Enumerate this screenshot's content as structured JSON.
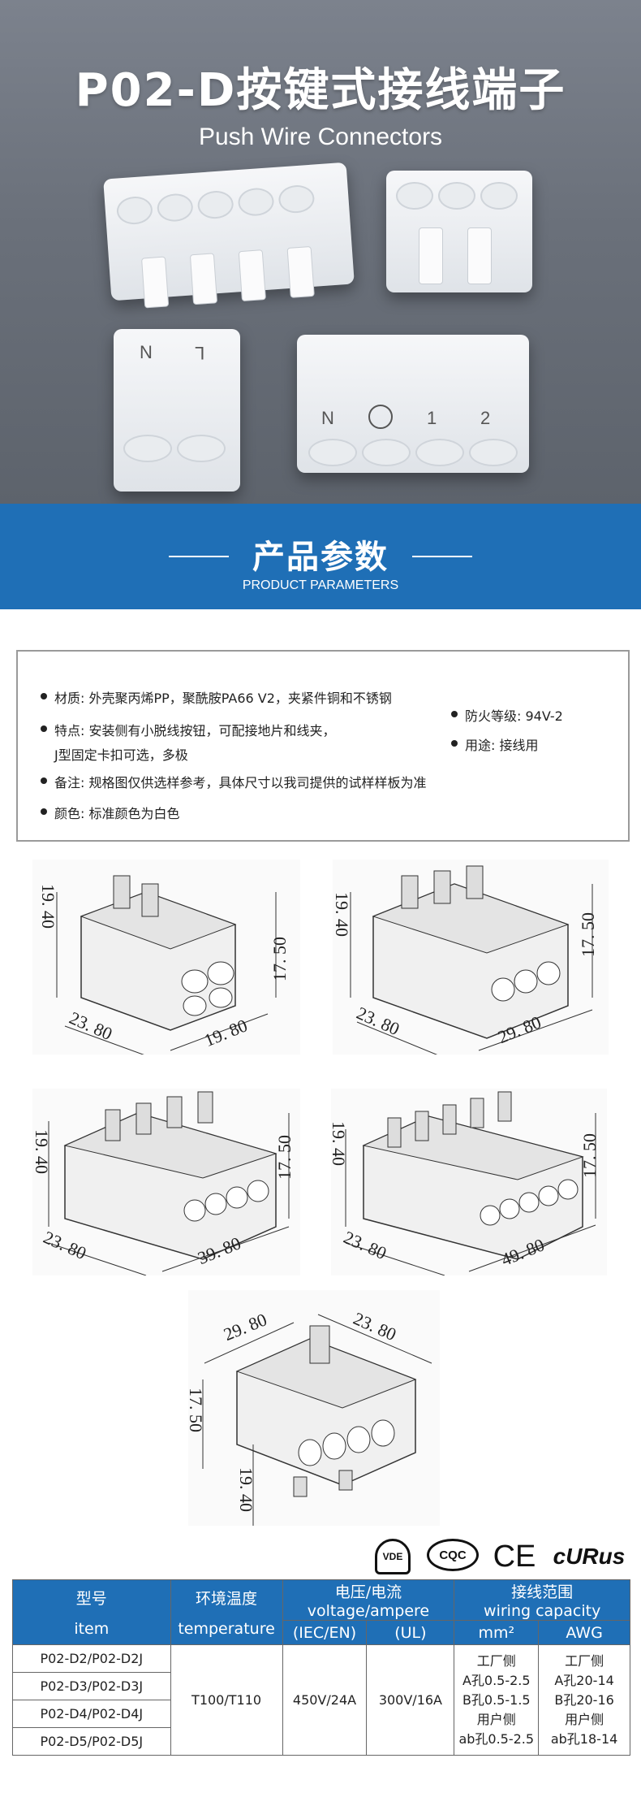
{
  "hero": {
    "title": "P02-D按键式接线端子",
    "subtitle": "Push Wire Connectors",
    "product_labels": [
      "N",
      "L",
      "N",
      "1",
      "2"
    ]
  },
  "section": {
    "title": "产品参数",
    "subtitle": "PRODUCT PARAMETERS"
  },
  "params": {
    "material": "材质: 外壳聚丙烯PP，聚酰胺PA66 V2，夹紧件铜和不锈钢",
    "feature_line1": "特点: 安装侧有小脱线按钮，可配接地片和线夹，",
    "feature_line2": "J型固定卡扣可选，多极",
    "fire_rating": "防火等级: 94V-2",
    "usage": "用途: 接线用",
    "note": "备注: 规格图仅供选样参考，具体尺寸以我司提供的试样样板为准",
    "color": "颜色: 标准颜色为白色"
  },
  "drawings": [
    {
      "height_left": "19. 40",
      "height_right": "17. 50",
      "depth": "23. 80",
      "width": "19. 80"
    },
    {
      "height_left": "19. 40",
      "height_right": "17. 50",
      "depth": "23. 80",
      "width": "29. 80"
    },
    {
      "height_left": "19. 40",
      "height_right": "17. 50",
      "depth": "23. 80",
      "width": "39. 80"
    },
    {
      "height_left": "19. 40",
      "height_right": "17. 50",
      "depth": "23. 80",
      "width": "49. 80"
    },
    {
      "top_left": "29. 80",
      "top_right": "23. 80",
      "side": "17. 50",
      "bottom": "19. 40"
    }
  ],
  "certs": [
    "VDE",
    "CQC",
    "CE",
    "cURus"
  ],
  "table": {
    "h_model_cn": "型号",
    "h_model_en": "item",
    "h_temp_cn": "环境温度",
    "h_temp_en": "temperature",
    "h_volt_cn": "电压/电流",
    "h_volt_en": "voltage/ampere",
    "h_wire_cn": "接线范围",
    "h_wire_en": "wiring capacity",
    "sub_iec": "(IEC/EN)",
    "sub_ul": "(UL)",
    "sub_mm2": "mm²",
    "sub_awg": "AWG",
    "models": [
      "P02-D2/P02-D2J",
      "P02-D3/P02-D3J",
      "P02-D4/P02-D4J",
      "P02-D5/P02-D5J"
    ],
    "temperature": "T100/T110",
    "iec_rating": "450V/24A",
    "ul_rating": "300V/16A",
    "mm2_lines": [
      "工厂侧",
      "A孔0.5-2.5",
      "B孔0.5-1.5",
      "用户侧",
      "ab孔0.5-2.5"
    ],
    "awg_lines": [
      "工厂侧",
      "A孔20-14",
      "B孔20-16",
      "用户侧",
      "ab孔18-14"
    ]
  }
}
